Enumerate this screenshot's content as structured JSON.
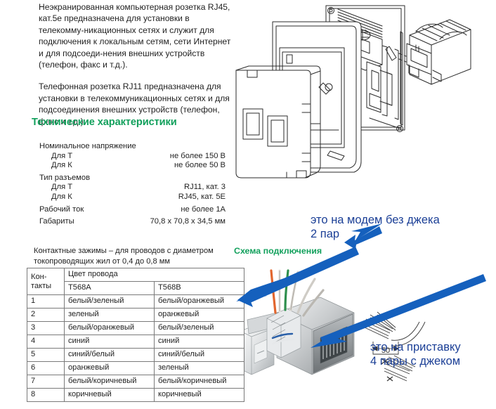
{
  "document": {
    "language": "ru",
    "intro_paragraphs": [
      "Неэкранированная компьютерная розетка RJ45, кат.5е предназначена для установки в телекомму-никационных сетях и служит для подключения к локальным сетям, сети Интернет и для подсоеди-нения внешних устройств (телефон, факс и т.д.).",
      "Телефонная розетка RJ11 предназначена для установки в телекоммуникационных сетях и для подсоединения внешних устройств (телефон, факс и т.д.)."
    ],
    "section_title": "Технические характеристики",
    "table_note": "Контактные зажимы – для проводов с диаметром токопроводящих жил от 0,4 до 0,8 мм"
  },
  "specs": [
    {
      "label": "Номинальное напряжение",
      "value": "",
      "indent": false
    },
    {
      "label": "Для Т",
      "value": "не более 150 В",
      "indent": true
    },
    {
      "label": "Для К",
      "value": "не более 50 В",
      "indent": true
    },
    {
      "label": "Тип разъемов",
      "value": "",
      "indent": false
    },
    {
      "label": "Для Т",
      "value": "RJ11, кат. 3",
      "indent": true
    },
    {
      "label": "Для К",
      "value": "RJ45, кат. 5Е",
      "indent": true
    },
    {
      "label": "Рабочий ток",
      "value": "не более 1А",
      "indent": false
    },
    {
      "label": "Габариты",
      "value": "70,8 х 70,8 х 34,5 мм",
      "indent": false
    }
  ],
  "wire_table": {
    "header_contact": "Кон-\nтакты",
    "header_color_group": "Цвет провода",
    "header_standard_a": "T568A",
    "header_standard_b": "T568B",
    "rows": [
      {
        "contact": "1",
        "t568a": "белый/зеленый",
        "t568b": "белый/оранжевый"
      },
      {
        "contact": "2",
        "t568a": "зеленый",
        "t568b": "оранжевый"
      },
      {
        "contact": "3",
        "t568a": "белый/оранжевый",
        "t568b": "белый/зеленый"
      },
      {
        "contact": "4",
        "t568a": "синий",
        "t568b": "синий"
      },
      {
        "contact": "5",
        "t568a": "синий/белый",
        "t568b": "синий/белый"
      },
      {
        "contact": "6",
        "t568a": "оранжевый",
        "t568b": "зеленый"
      },
      {
        "contact": "7",
        "t568a": "белый/коричневый",
        "t568b": "белый/коричневый"
      },
      {
        "contact": "8",
        "t568a": "коричневый",
        "t568b": "коричневый"
      }
    ]
  },
  "annotations": {
    "green_caption": "Схема подключения",
    "modem_note": "это на модем без джека\n2 пар",
    "pristavka_note": "это на приставку\n4 пары с джеком",
    "bend_dimension": "50"
  },
  "colors": {
    "heading_green": "#12a05c",
    "annotation_blue": "#1b3f96",
    "arrow_blue": "#1560bd",
    "text_black": "#1f1f1f",
    "table_border": "#7a7a7a"
  },
  "figures": {
    "exploded_socket": "exploded-rj45-wall-socket-line-drawing",
    "keystone_photo": "rj45-keystone-jack-with-wires-photo",
    "bend_sketch": "cable-bend-radius-sketch"
  }
}
